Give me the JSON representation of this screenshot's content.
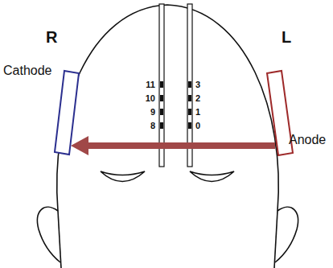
{
  "diagram": {
    "nodes": [
      {
        "text": [
          "Cathode"
        ]
      },
      {
        "text": [
          "Anode"
        ]
      }
    ],
    "edges": [
      {
        "from": 1,
        "to": 0,
        "arrow": "to"
      }
    ],
    "labels": [
      "R",
      "L",
      "11",
      "10",
      "9",
      "8",
      "3",
      "2",
      "1",
      "0"
    ]
  }
}
